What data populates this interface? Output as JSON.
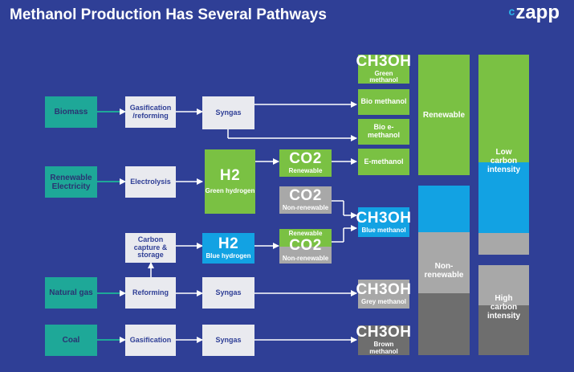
{
  "title": "Methanol Production Has Several Pathways",
  "logo": {
    "mark": "c",
    "text": "zapp"
  },
  "sources": {
    "biomass": "Biomass",
    "renewable_electricity": "Renewable Electricity",
    "natural_gas": "Natural gas",
    "coal": "Coal"
  },
  "processes": {
    "gasification_reforming": "Gasification /reforming",
    "syngas_1": "Syngas",
    "electrolysis": "Electrolysis",
    "carbon_capture": "Carbon capture & storage",
    "reforming": "Reforming",
    "syngas_2": "Syngas",
    "gasification": "Gasification",
    "syngas_3": "Syngas"
  },
  "h2_green": {
    "formula": "H2",
    "label": "Green hydrogen"
  },
  "h2_blue": {
    "formula": "H2",
    "label": "Blue hydrogen"
  },
  "co2_renewable": {
    "formula": "CO2",
    "label": "Renewable"
  },
  "co2_nonrenewable": {
    "formula": "CO2",
    "label": "Non-renewable"
  },
  "co2_mixed": {
    "formula": "CO2",
    "top_label": "Renewable",
    "bottom_label": "Non-renewable"
  },
  "products": {
    "green_methanol": {
      "formula": "CH3OH",
      "label": "Green methanol"
    },
    "bio_methanol": "Bio methanol",
    "bio_e_methanol": "Bio e-methanol",
    "e_methanol": "E-methanol",
    "blue_methanol": {
      "formula": "CH3OH",
      "label": "Blue methanol"
    },
    "grey_methanol": {
      "formula": "CH3OH",
      "label": "Grey methanol"
    },
    "brown_methanol": {
      "formula": "CH3OH",
      "label": "Brown methanol"
    }
  },
  "bars": {
    "renewable": "Renewable",
    "non_renewable": "Non-renewable",
    "low_carbon": "Low carbon intensity",
    "high_carbon": "High carbon intensity"
  },
  "colors": {
    "background": "#2f3f96",
    "teal": "#1ea898",
    "green": "#7ac143",
    "blue": "#12a2e3",
    "grey": "#a8a8a8",
    "dark_grey": "#6e6e6e",
    "process": "#e9eaef"
  }
}
